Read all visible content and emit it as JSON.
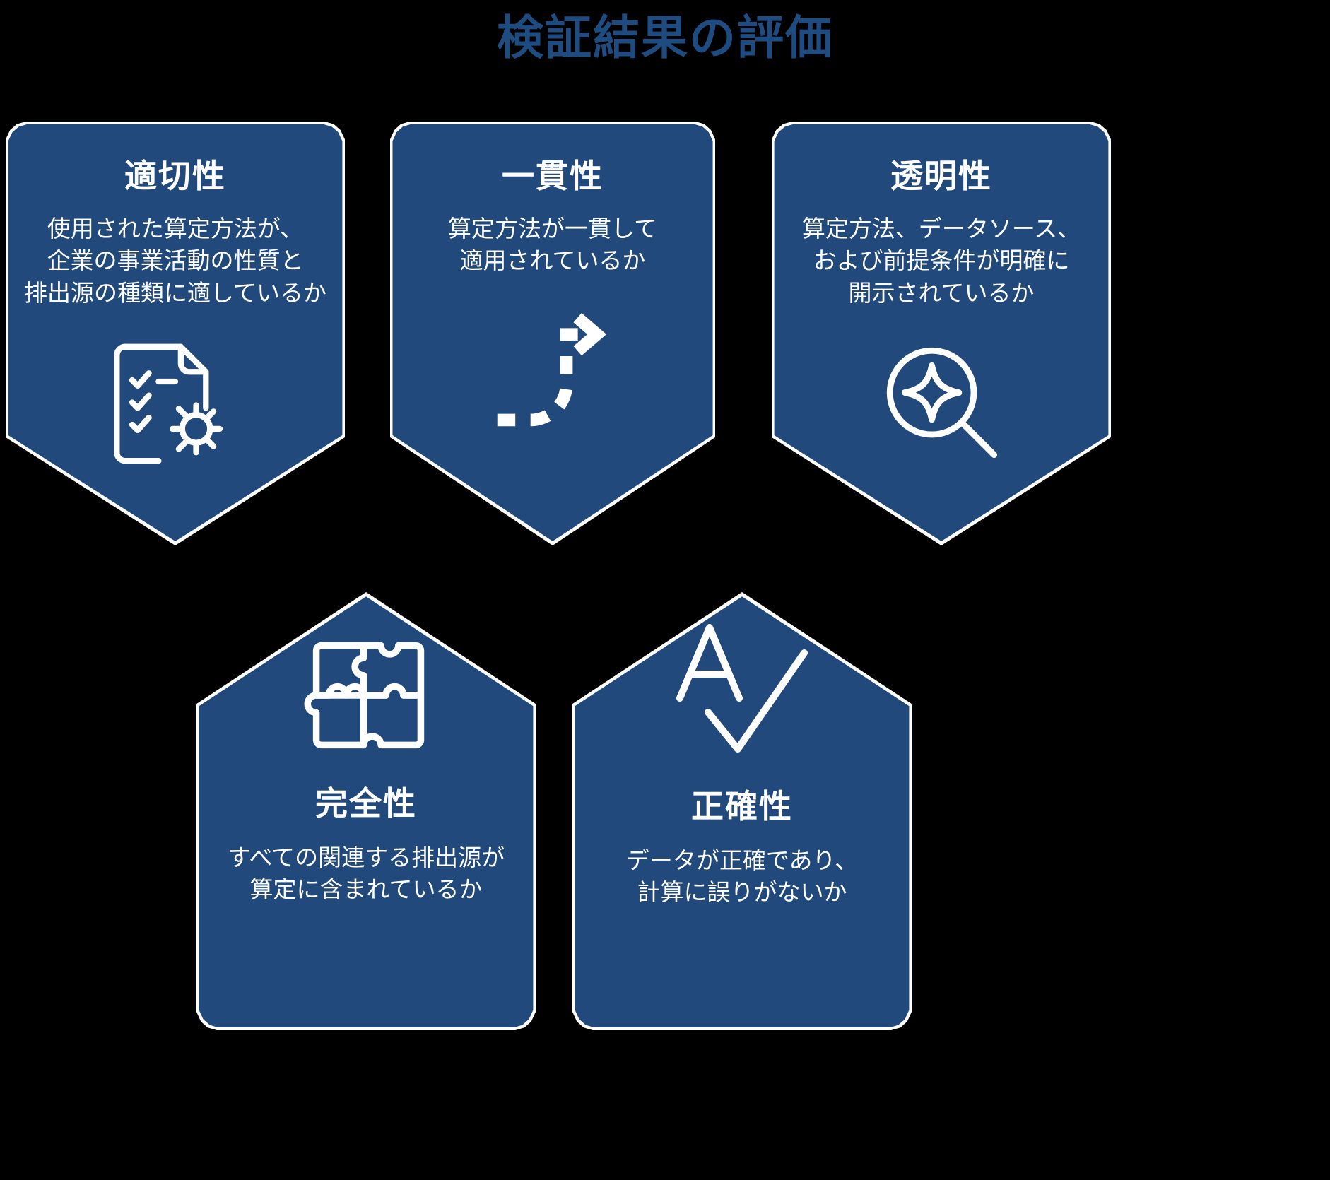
{
  "title": "検証結果の評価",
  "theme": {
    "background": "#000000",
    "card_fill": "#21497C",
    "card_outline": "#FFFFFF",
    "title_color": "#1F4C80",
    "card_text_color": "#FFFFFF"
  },
  "cards": [
    {
      "id": "suitability",
      "title": "適切性",
      "body": "使用された算定方法が、\n企業の事業活動の性質と\n排出源の種類に適しているか",
      "icon": "document-checklist-gear-icon",
      "layout": "title-body-icon"
    },
    {
      "id": "consistency",
      "title": "一貫性",
      "body": "算定方法が一貫して\n適用されているか",
      "icon": "dashed-arrow-path-icon",
      "layout": "title-body-icon"
    },
    {
      "id": "transparency",
      "title": "透明性",
      "body": "算定方法、データソース、\nおよび前提条件が明確に\n開示されているか",
      "icon": "magnifier-sparkle-icon",
      "layout": "title-body-icon"
    },
    {
      "id": "completeness",
      "title": "完全性",
      "body": "すべての関連する排出源が\n算定に含まれているか",
      "icon": "puzzle-pieces-icon",
      "layout": "icon-title-body"
    },
    {
      "id": "accuracy",
      "title": "正確性",
      "body": "データが正確であり、\n計算に誤りがないか",
      "icon": "letter-a-checkmark-icon",
      "layout": "icon-title-body"
    }
  ]
}
